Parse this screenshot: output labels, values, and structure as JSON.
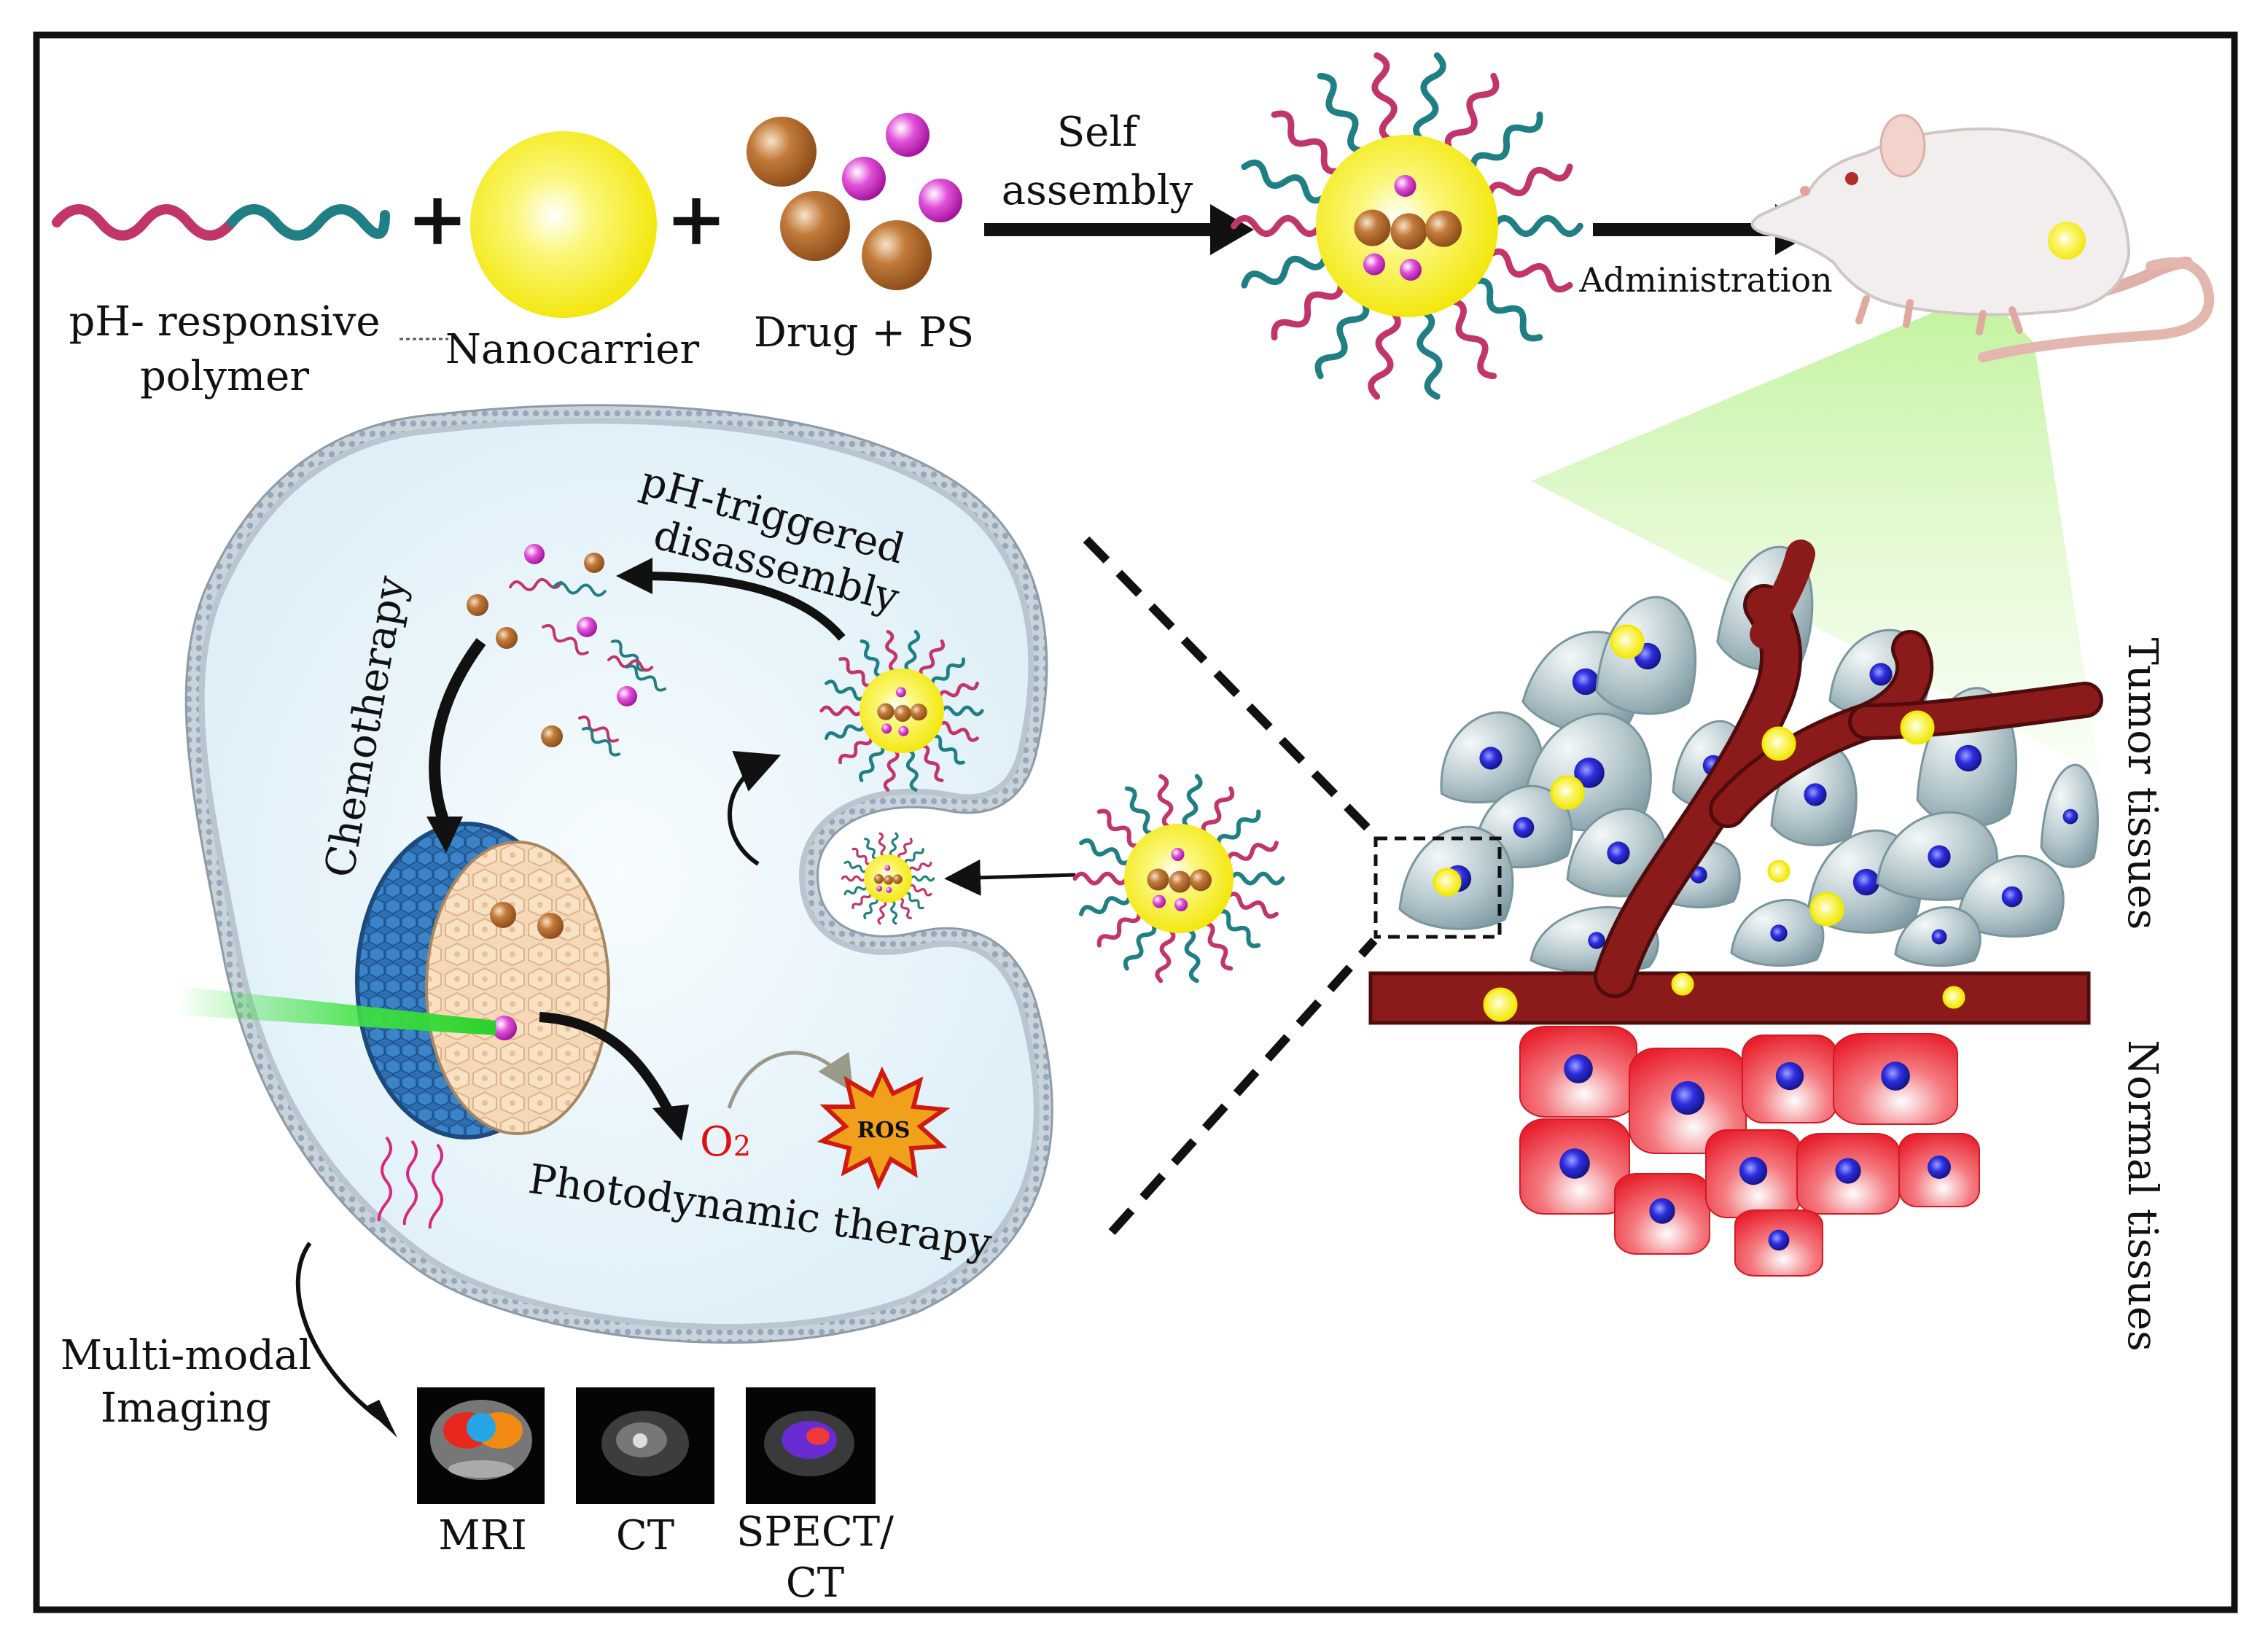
{
  "labels": {
    "polymer_line1": "pH- responsive",
    "polymer_line2": "polymer",
    "nanocarrier": "Nanocarrier",
    "drug_ps": "Drug + PS",
    "self_line1": "Self",
    "self_line2": "assembly",
    "administration": "Administration",
    "ph_line1": "pH-triggered",
    "ph_line2": "disassembly",
    "chemotherapy": "Chemotherapy",
    "o2_symbol": "O",
    "o2_sub": "2",
    "ros": "ROS",
    "pdt": "Photodynamic therapy",
    "imaging_line1": "Multi-modal",
    "imaging_line2": "Imaging",
    "mri": "MRI",
    "ct": "CT",
    "spect_line1": "SPECT/",
    "spect_line2": "CT",
    "tumor_tissues": "Tumor  tissues",
    "normal_tissues": "Normal tissues"
  },
  "colors": {
    "polymer_pink": "#c2356a",
    "polymer_teal": "#1f7f84",
    "nanocarrier_yellow": "#f7f21d",
    "drug_brown": "#b5682c",
    "ps_magenta": "#d21fbd",
    "vessel": "#8b1a1a",
    "tumor_cell": "#9fb6bd",
    "normal_cell": "#ee2f3c",
    "nucleus": "#2a2ad6",
    "laser": "#3fe33f"
  }
}
